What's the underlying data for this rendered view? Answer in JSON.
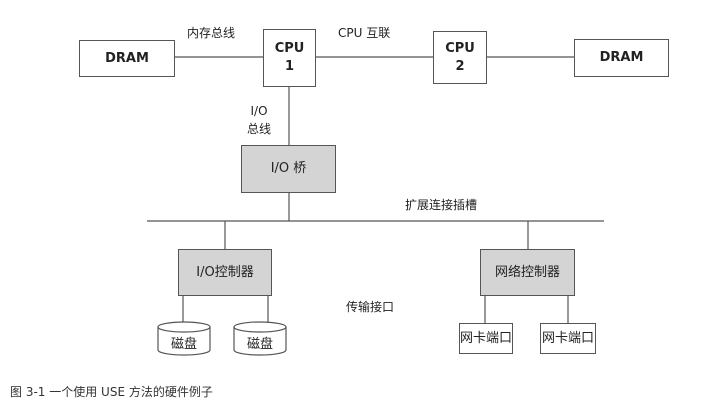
{
  "nodes": {
    "dram_left": "DRAM",
    "cpu1": [
      "CPU",
      "1"
    ],
    "cpu2": [
      "CPU",
      "2"
    ],
    "dram_right": "DRAM",
    "io_bridge": "I/O 桥",
    "io_controller": "I/O控制器",
    "net_controller": "网络控制器",
    "disk1": "磁盘",
    "disk2": "磁盘",
    "nic_port1": "网卡端口",
    "nic_port2": "网卡端口"
  },
  "labels": {
    "memory_bus": "内存总线",
    "cpu_interconnect": "CPU 互联",
    "io_bus": [
      "I/O",
      "总线"
    ],
    "expansion_bus": "扩展连接插槽",
    "transfer_interface": "传输接口"
  },
  "caption": "图 3-1   一个使用 USE 方法的硬件例子",
  "colors": {
    "box_fill": "#ffffff",
    "highlight_fill": "#d4d4d4",
    "line": "#555555"
  }
}
